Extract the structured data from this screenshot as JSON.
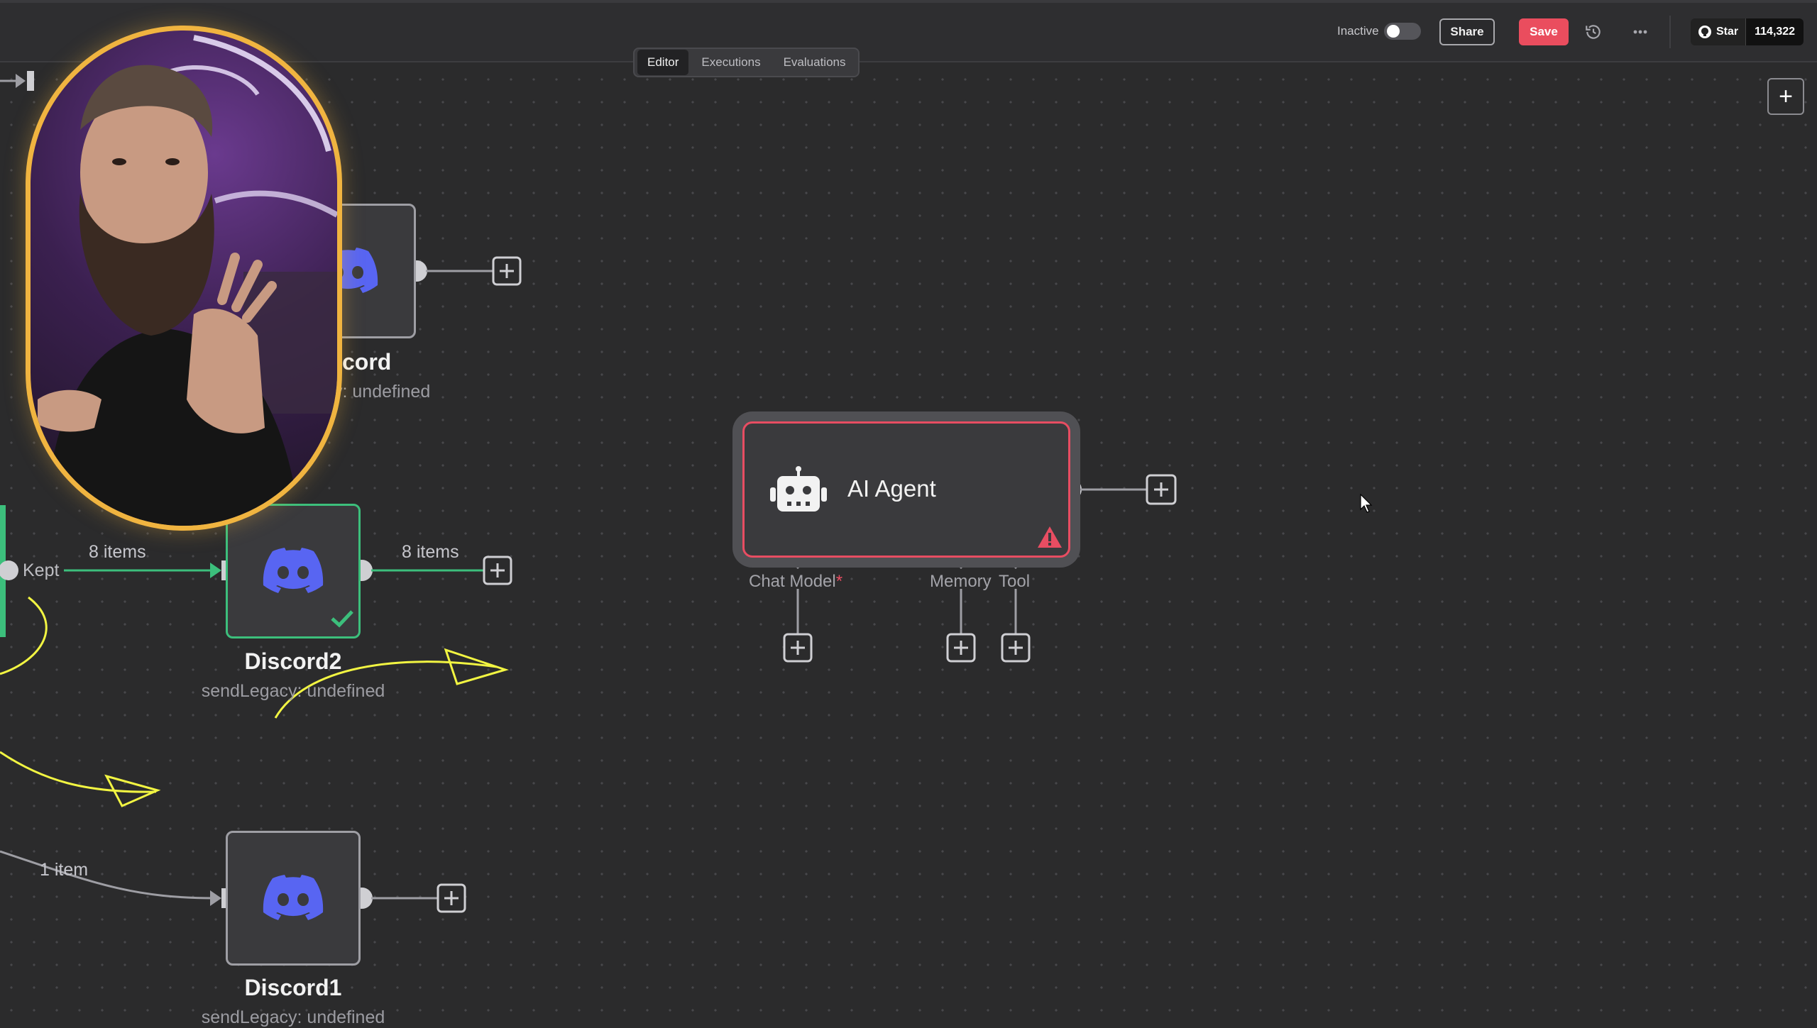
{
  "tabs": [
    {
      "label": "Editor",
      "active": true
    },
    {
      "label": "Executions",
      "active": false
    },
    {
      "label": "Evaluations",
      "active": false
    }
  ],
  "header": {
    "status_label": "Inactive",
    "active": false,
    "share_label": "Share",
    "save_label": "Save",
    "github_star_label": "Star",
    "github_star_count": "114,322"
  },
  "nodes": {
    "discord_top": {
      "title": "cord",
      "subtitle": "y: undefined"
    },
    "discord2": {
      "title": "Discord2",
      "subtitle": "sendLegacy: undefined",
      "status": "success"
    },
    "discord1": {
      "title": "Discord1",
      "subtitle": "sendLegacy: undefined"
    },
    "ai_agent": {
      "title": "AI Agent",
      "status": "warning",
      "ports": {
        "chat_model": "Chat Model",
        "chat_model_required": "*",
        "memory": "Memory",
        "tool": "Tool"
      }
    }
  },
  "edges": {
    "filter_kept_label": "Kept",
    "filter_to_discord2_count": "8 items",
    "discord2_out_count": "8 items",
    "to_discord1_count": "1 item"
  },
  "colors": {
    "canvas": "#2b2b2c",
    "success": "#3cbf7c",
    "error": "#e84d62",
    "discord": "#5865f2",
    "annotation": "#f2f542",
    "webcam_border": "#f0b440"
  }
}
